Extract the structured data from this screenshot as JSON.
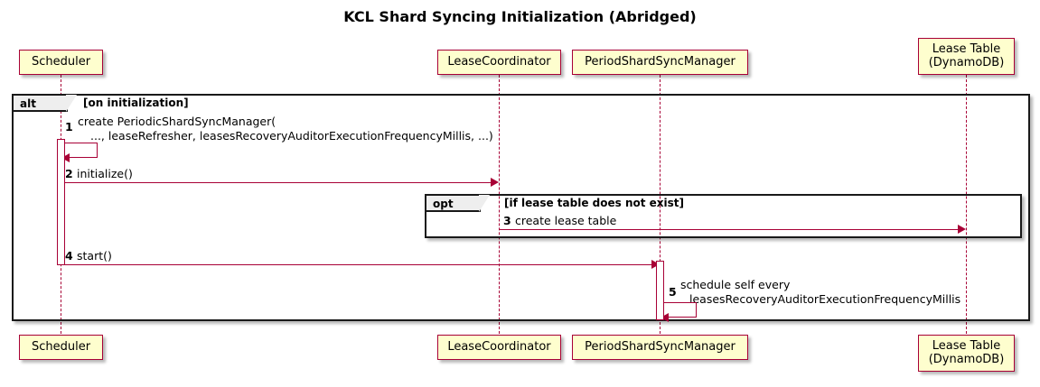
{
  "diagram": {
    "title": "KCL Shard Syncing Initialization (Abridged)",
    "type": "uml-sequence-diagram",
    "colors": {
      "participant_fill": "#FEFECE",
      "participant_border": "#A80036",
      "arrow": "#A80036",
      "fragment_border": "#191919",
      "fragment_tab_fill": "#EEEEEE",
      "background": "#FFFFFF"
    }
  },
  "participants": [
    {
      "id": "scheduler",
      "label_line1": "Scheduler",
      "label_line2": ""
    },
    {
      "id": "coordinator",
      "label_line1": "LeaseCoordinator",
      "label_line2": ""
    },
    {
      "id": "syncmanager",
      "label_line1": "PeriodShardSyncManager",
      "label_line2": ""
    },
    {
      "id": "leasetable",
      "label_line1": "Lease Table",
      "label_line2": "(DynamoDB)"
    }
  ],
  "fragments": [
    {
      "id": "alt",
      "operator": "alt",
      "guard": "[on initialization]"
    },
    {
      "id": "opt",
      "operator": "opt",
      "guard": "[if lease table does not exist]"
    }
  ],
  "messages": [
    {
      "number": "1",
      "from": "scheduler",
      "to": "scheduler",
      "kind": "self-call",
      "text_line1": "create PeriodicShardSyncManager(",
      "text_line2": "..., leaseRefresher, leasesRecoveryAuditorExecutionFrequencyMillis, ...)"
    },
    {
      "number": "2",
      "from": "scheduler",
      "to": "coordinator",
      "kind": "call",
      "text_line1": "initialize()",
      "text_line2": ""
    },
    {
      "number": "3",
      "from": "coordinator",
      "to": "leasetable",
      "kind": "call",
      "text_line1": "create lease table",
      "text_line2": ""
    },
    {
      "number": "4",
      "from": "scheduler",
      "to": "syncmanager",
      "kind": "call",
      "text_line1": "start()",
      "text_line2": ""
    },
    {
      "number": "5",
      "from": "syncmanager",
      "to": "syncmanager",
      "kind": "self-call",
      "text_line1": "schedule self every",
      "text_line2": "leasesRecoveryAuditorExecutionFrequencyMillis"
    }
  ]
}
